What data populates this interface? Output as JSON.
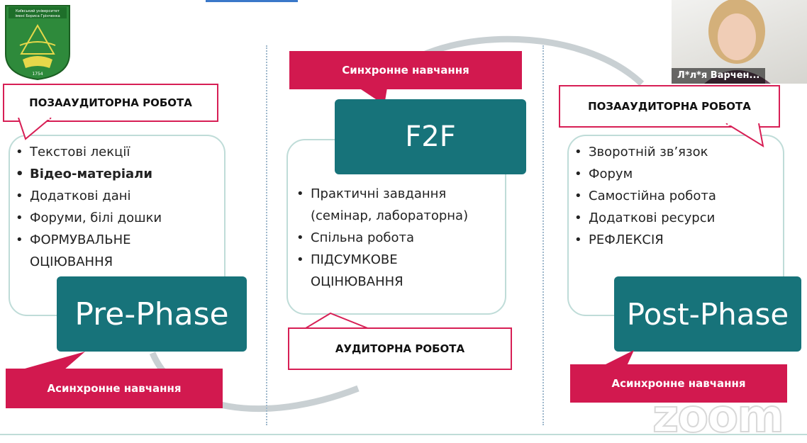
{
  "colors": {
    "teal": "#17737a",
    "accent_red": "#d2194f",
    "panel_border": "#bfdcd8",
    "arc_gray": "#c9d0d3"
  },
  "logo": {
    "text": "Київський університет імені Бориса Грінченка",
    "year": "1754"
  },
  "webcam": {
    "participant_name": "Л*л*я Варчен..."
  },
  "left": {
    "callout": "ПОЗААУДИТОРНА РОБОТА",
    "items": [
      "Текстові лекції",
      "Відео-матеріали",
      "Додаткові дані",
      "Форуми, білі дошки",
      "ФОРМУВАЛЬНЕ ОЦІЮВАННЯ"
    ],
    "phase": "Pre-Phase",
    "bottom_callout": "Асинхронне навчання"
  },
  "center": {
    "top_callout": "Синхронне навчання",
    "phase": "F2F",
    "items": [
      "Практичні завдання (семінар, лабораторна)",
      "Спільна робота",
      "ПІДСУМКОВЕ ОЦІНЮВАННЯ"
    ],
    "bottom_callout": "АУДИТОРНА РОБОТА"
  },
  "right": {
    "callout": "ПОЗААУДИТОРНА РОБОТА",
    "items": [
      "Зворотній зв’язок",
      "Форум",
      "Самостійна робота",
      "Додаткові ресурси",
      "РЕФЛЕКСІЯ"
    ],
    "phase": "Post-Phase",
    "bottom_callout": "Асинхронне навчання"
  },
  "watermark": "zoom"
}
